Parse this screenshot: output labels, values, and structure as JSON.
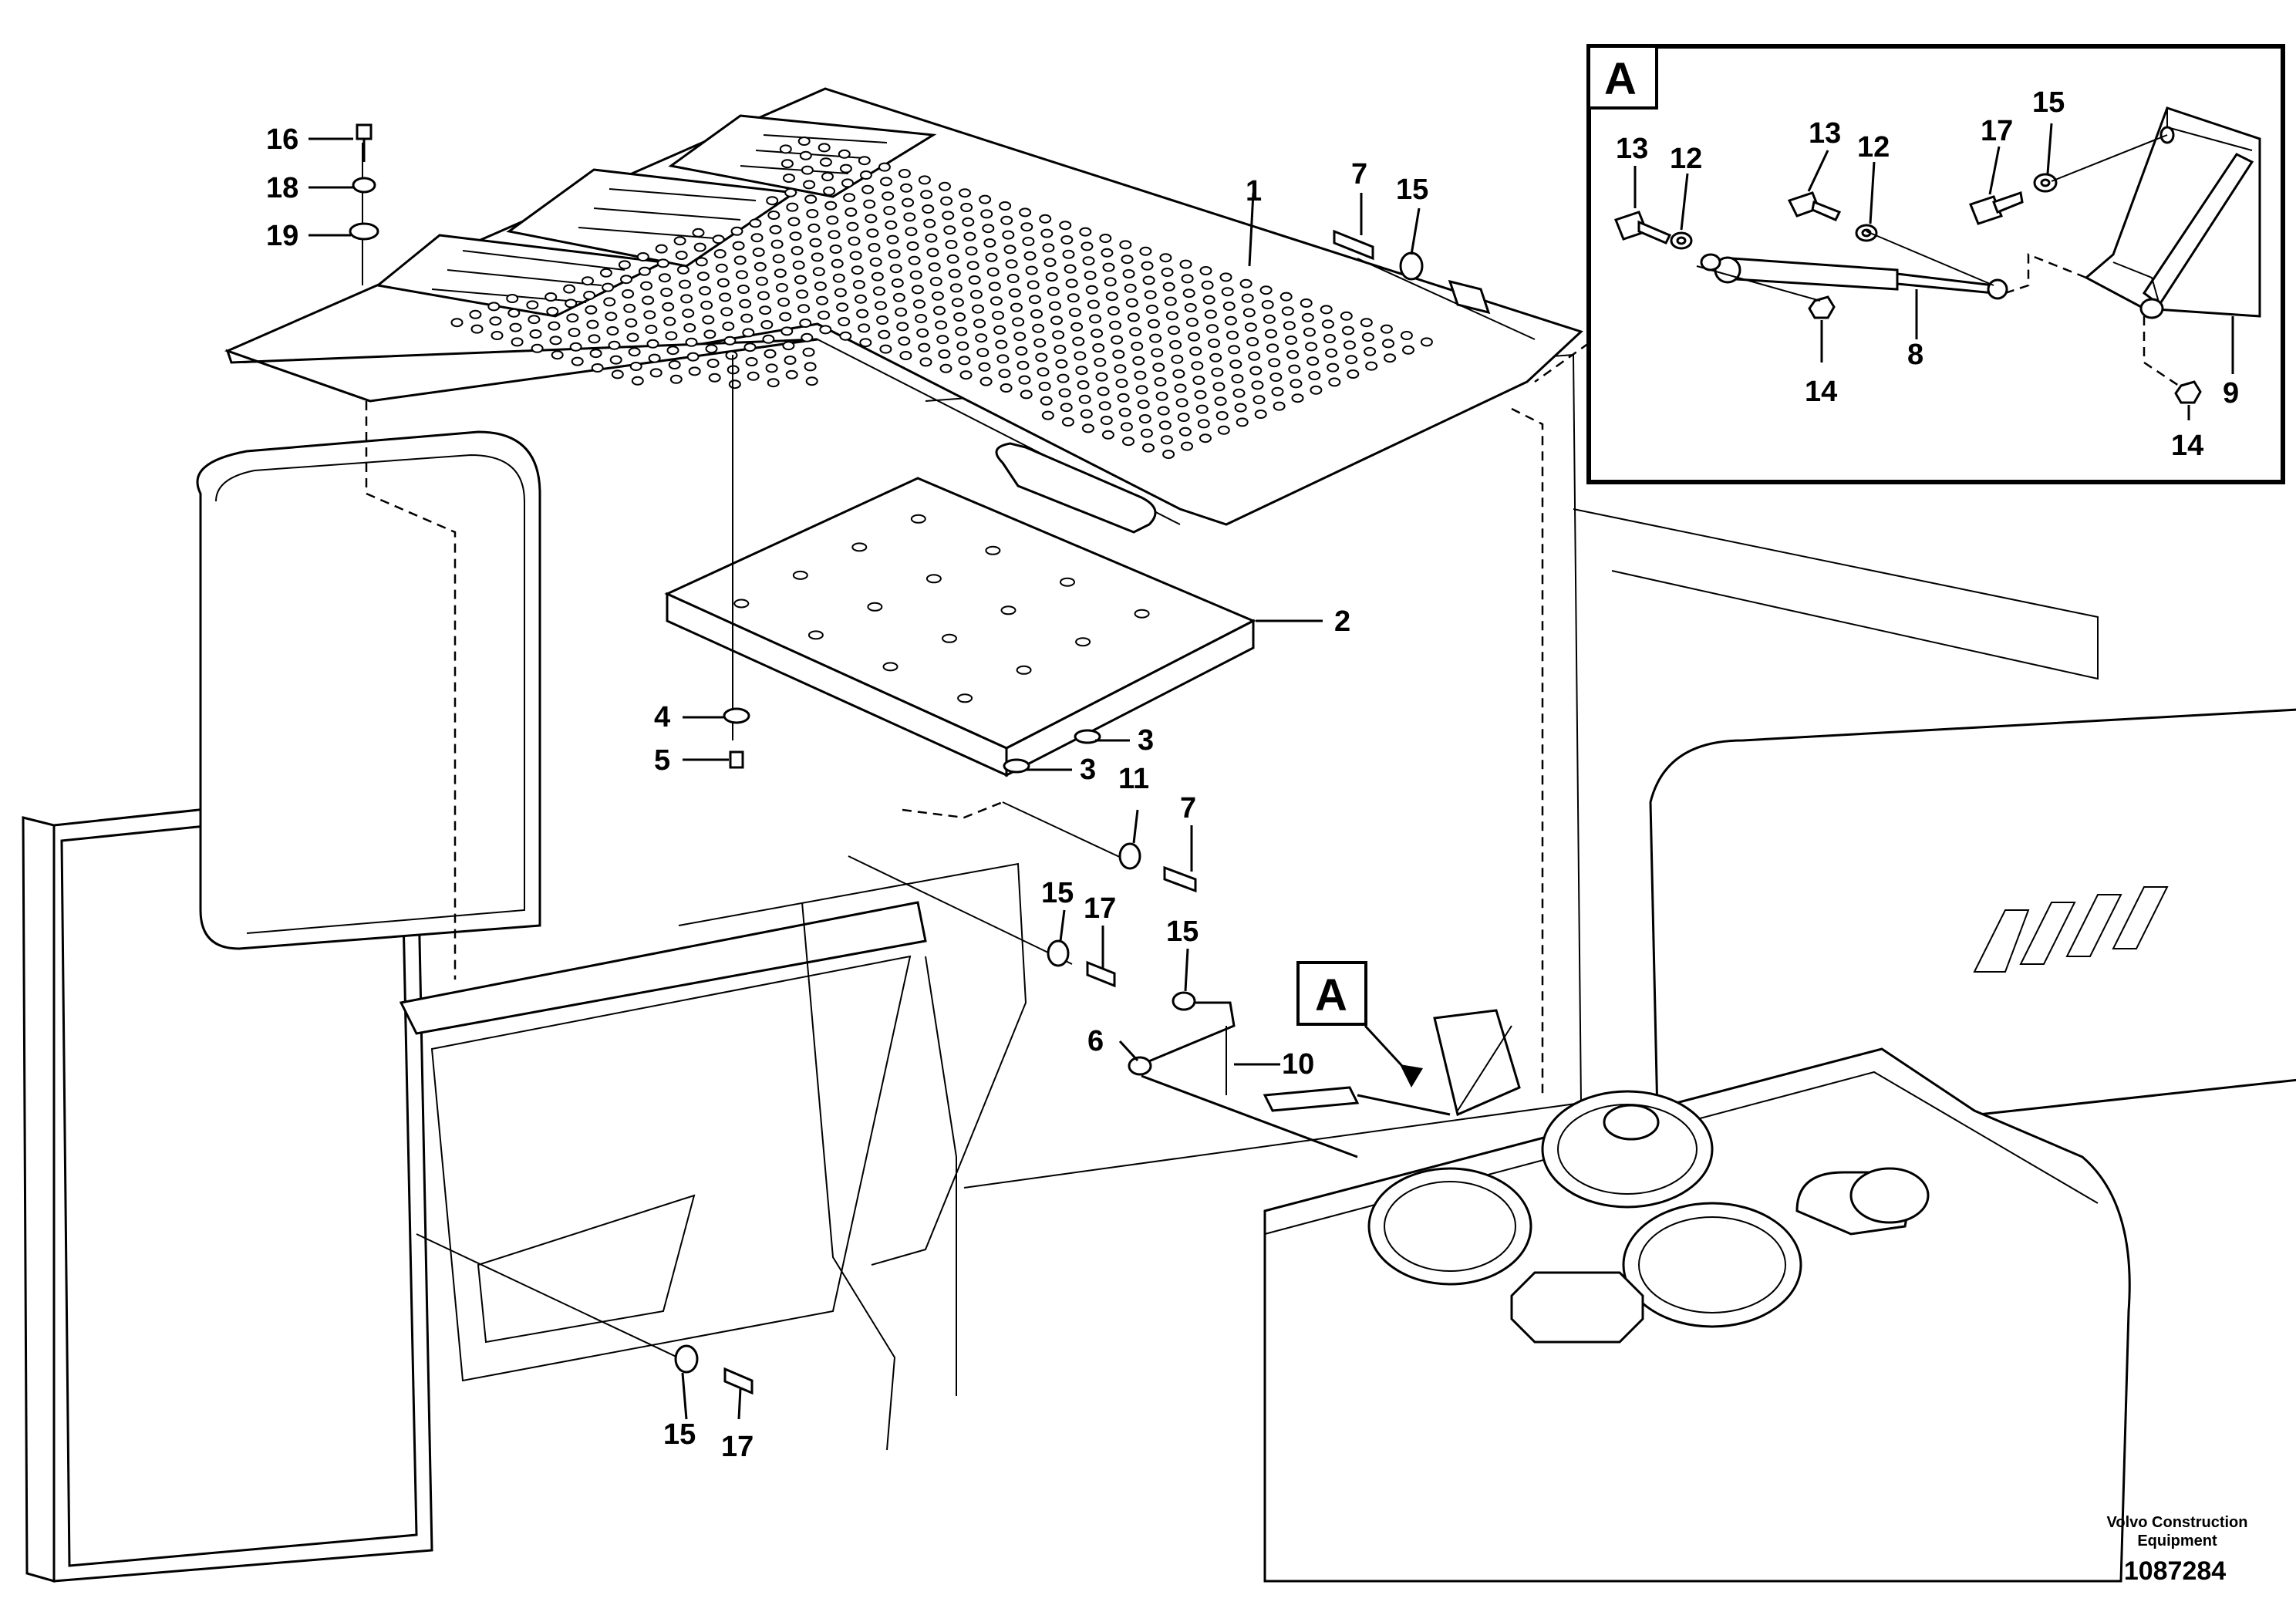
{
  "labels": {
    "p1": "1",
    "p2": "2",
    "p3a": "3",
    "p3b": "3",
    "p4": "4",
    "p5": "5",
    "p6": "6",
    "p7a": "7",
    "p7b": "7",
    "p10": "10",
    "p11": "11",
    "p15a": "15",
    "p15b": "15",
    "p15c": "15",
    "p15d": "15",
    "p16": "16",
    "p17a": "17",
    "p17b": "17",
    "p18": "18",
    "p19": "19"
  },
  "detail": {
    "title": "A",
    "labels": {
      "p8": "8",
      "p9": "9",
      "p12a": "12",
      "p12b": "12",
      "p13a": "13",
      "p13b": "13",
      "p14a": "14",
      "p14b": "14",
      "p15": "15",
      "p17": "17"
    }
  },
  "callout_a": "A",
  "credit": {
    "line1": "Volvo Construction",
    "line2": "Equipment",
    "code": "1087284"
  }
}
